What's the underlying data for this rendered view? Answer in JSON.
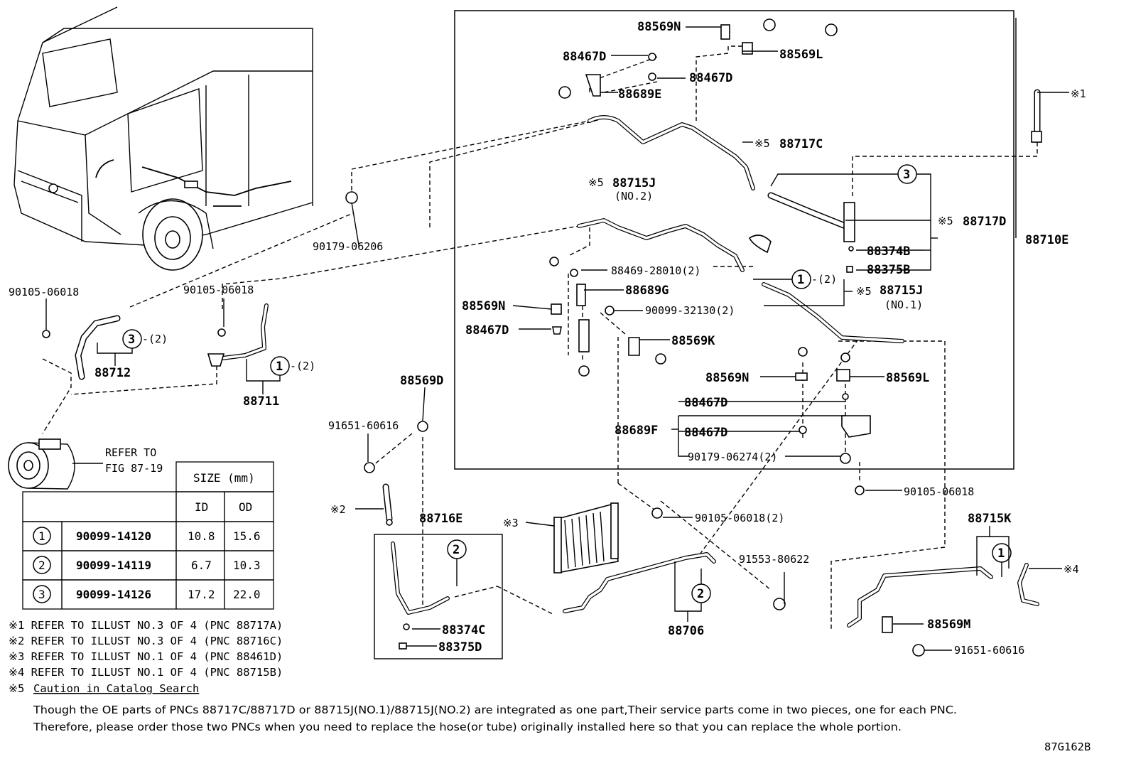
{
  "diagram_id": "87G162B",
  "labels": {
    "p88569N_top": "88569N",
    "p88467D_a": "88467D",
    "p88569L_top": "88569L",
    "p88467D_b": "88467D",
    "p88689E": "88689E",
    "p88717C": "88717C",
    "p88715J_no2": "88715J",
    "no2": "(NO.2)",
    "p88717D": "88717D",
    "p88710E": "88710E",
    "p88374B": "88374B",
    "p88375B": "88375B",
    "p88469": "88469-28010(2)",
    "p88689G": "88689G",
    "p90099_32130": "90099-32130(2)",
    "p88569N_mid": "88569N",
    "p88467D_mid": "88467D",
    "p88569K": "88569K",
    "p88715J_no1": "88715J",
    "no1": "(NO.1)",
    "p88569N_low": "88569N",
    "p88569L_low": "88569L",
    "p88467D_c": "88467D",
    "p88689F": "88689F",
    "p88467D_d": "88467D",
    "p90179_06274": "90179-06274(2)",
    "p90105_06018_r": "90105-06018",
    "p90179_06206": "90179-06206",
    "p90105_06018_l": "90105-06018",
    "p90105_06018_m": "90105-06018",
    "p88712": "88712",
    "p88711": "88711",
    "refer1": "REFER TO",
    "refer2": "FIG 87-19",
    "p88569D": "88569D",
    "p91651_60616_l": "91651-60616",
    "p88716E": "88716E",
    "p88374C": "88374C",
    "p88375D": "88375D",
    "p90105_06018_2": "90105-06018(2)",
    "p91553_80622": "91553-80622",
    "p88706": "88706",
    "p88715K": "88715K",
    "p88569M": "88569M",
    "p91651_60616_r": "91651-60616",
    "mk1": "※1",
    "mk2": "※2",
    "mk3": "※3",
    "mk4": "※4",
    "mk5a": "※5",
    "mk5b": "※5",
    "mk5c": "※5",
    "mk5d": "※5",
    "c1_a": "1",
    "c1_b": "1",
    "c1_c": "1",
    "c2_a": "2",
    "c2_b": "2",
    "c3_a": "3",
    "c3_b": "3",
    "q2_a": "-(2)",
    "q2_b": "-(2)",
    "q2_c": "-(2)"
  },
  "size_table": {
    "header": "SIZE (mm)",
    "col_id": "ID",
    "col_od": "OD",
    "rows": [
      {
        "num": "1",
        "part": "90099-14120",
        "id": "10.8",
        "od": "15.6"
      },
      {
        "num": "2",
        "part": "90099-14119",
        "id": "6.7",
        "od": "10.3"
      },
      {
        "num": "3",
        "part": "90099-14126",
        "id": "17.2",
        "od": "22.0"
      }
    ]
  },
  "notes": [
    "※1 REFER TO ILLUST NO.3 OF 4 (PNC 88717A)",
    "※2 REFER TO ILLUST NO.3 OF 4 (PNC 88716C)",
    "※3 REFER TO ILLUST NO.1 OF 4 (PNC 88461D)",
    "※4 REFER TO ILLUST NO.1 OF 4 (PNC 88715B)"
  ],
  "note5_mark": "※5",
  "note5_link": "Caution in Catalog Search",
  "caution_line1": "Though the OE parts of PNCs 88717C/88717D or 88715J(NO.1)/88715J(NO.2) are integrated as one part,Their service parts come in two pieces, one for each PNC.",
  "caution_line2": "Therefore, please order those two PNCs when you need to replace the hose(or tube) originally installed here so that you can replace the whole portion."
}
